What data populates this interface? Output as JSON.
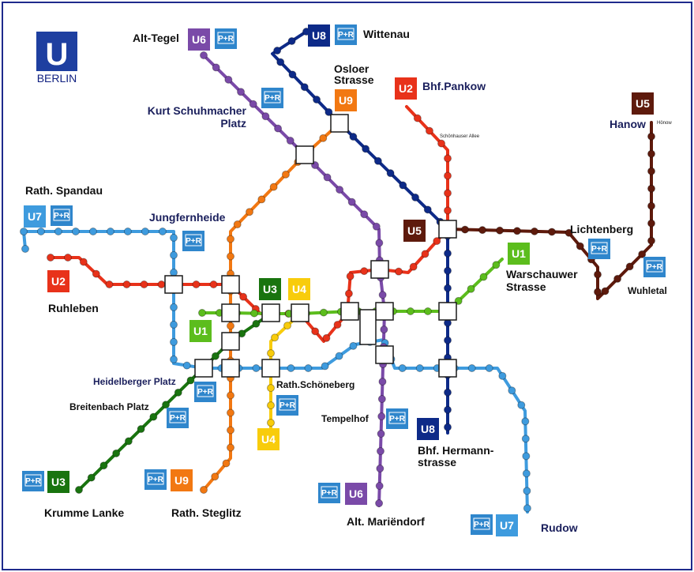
{
  "logo": {
    "letter": "U",
    "city": "BERLIN",
    "color": "#1e3fa0"
  },
  "colors": {
    "U1": "#5cbd1d",
    "U2": "#e8321a",
    "U3": "#19740f",
    "U4": "#f8cc0c",
    "U5": "#5e1a0c",
    "U6": "#7a4aa8",
    "U7": "#3e9bde",
    "U8": "#0d2a88",
    "U9": "#f27812",
    "pr": "#2f86cc"
  },
  "park_ride": {
    "label": "P+R"
  },
  "stations": {
    "alt_tegel": "Alt-Tegel",
    "wittenau": "Wittenau",
    "osloer_strasse": "Osloer\nStrasse",
    "bhf_pankow": "Bhf.Pankow",
    "kurt_schuhmacher_platz": "Kurt Schuhmacher\nPlatz",
    "schoenhauser_allee": "Schönhauser Allee",
    "hanow": "Hanow",
    "hoenow": "Hönow",
    "rath_spandau": "Rath. Spandau",
    "jungfernheide": "Jungfernheide",
    "lichtenberg": "Lichtenberg",
    "ruhleben": "Ruhleben",
    "warschauer_strasse": "Warschauwer\nStrasse",
    "wuhletal": "Wuhletal",
    "heidelberger_platz": "Heidelberger Platz",
    "rath_schoeneberg": "Rath.Schöneberg",
    "breitenbach_platz": "Breitenbach Platz",
    "tempelhof": "Tempelhof",
    "bhf_hermannstrasse": "Bhf. Hermann-\nstrasse",
    "krumme_lanke": "Krumme Lanke",
    "rath_steglitz": "Rath. Steglitz",
    "alt_mariendorf": "Alt. Mariëndorf",
    "rudow": "Rudow"
  },
  "badges": {
    "u1_west": "U1",
    "u1_east": "U1",
    "u2_pankow": "U2",
    "u2_ruhleben": "U2",
    "u3_center": "U3",
    "u3_krumme": "U3",
    "u4_center": "U4",
    "u4_south": "U4",
    "u5_hanow": "U5",
    "u5_center": "U5",
    "u6_tegel": "U6",
    "u6_mariendorf": "U6",
    "u7_spandau": "U7",
    "u7_rudow": "U7",
    "u8_wittenau": "U8",
    "u8_hermann": "U8",
    "u9_osloer": "U9",
    "u9_steglitz": "U9"
  }
}
